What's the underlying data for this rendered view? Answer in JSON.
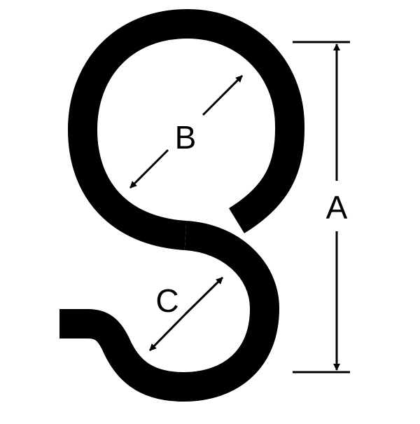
{
  "diagram": {
    "dimensions": [
      {
        "id": "A",
        "label": "A"
      },
      {
        "id": "B",
        "label": "B"
      },
      {
        "id": "C",
        "label": "C"
      }
    ]
  },
  "colors": {
    "stroke": "#000000",
    "background": "#ffffff"
  }
}
